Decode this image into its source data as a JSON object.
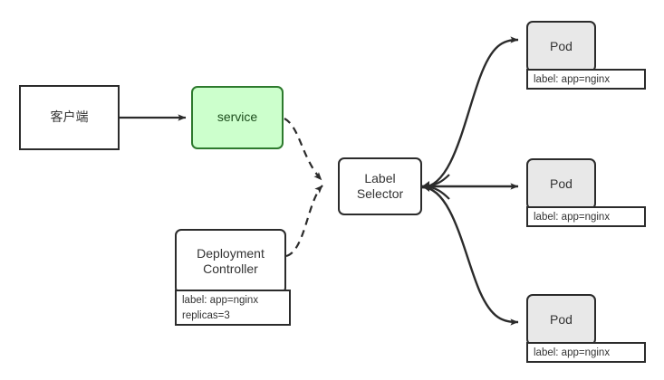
{
  "diagram": {
    "title": "Kubernetes service, deployment controller, label selector and pods",
    "background_color": "#ffffff",
    "stroke_color": "#2b2b2b",
    "text_color": "#333333",
    "accent_green_fill": "#ccffcc",
    "accent_green_stroke": "#2d7a2d",
    "pod_fill": "#e8e8e8",
    "nodes": {
      "client": {
        "label": "客户端"
      },
      "service": {
        "label": "service"
      },
      "label_selector": {
        "label": "Label\nSelector"
      },
      "deployment_controller": {
        "label": "Deployment\nController"
      },
      "deployment_chip": {
        "label": "label: app=nginx\nreplicas=3"
      },
      "pod_top": {
        "label": "Pod"
      },
      "pod_top_chip": {
        "label": "label: app=nginx"
      },
      "pod_middle": {
        "label": "Pod"
      },
      "pod_middle_chip": {
        "label": "label: app=nginx"
      },
      "pod_bottom": {
        "label": "Pod"
      },
      "pod_bottom_chip": {
        "label": "label: app=nginx"
      }
    },
    "edges": [
      {
        "name": "client-to-service",
        "from": "client",
        "to": "service",
        "style": "solid",
        "arrow": "end"
      },
      {
        "name": "service-to-label-selector",
        "from": "service",
        "to": "label_selector",
        "style": "dashed",
        "arrow": "end"
      },
      {
        "name": "deployment-controller-to-label-selector",
        "from": "deployment_controller",
        "to": "label_selector",
        "style": "dashed",
        "arrow": "end"
      },
      {
        "name": "label-selector-to-pod-top",
        "from": "label_selector",
        "to": "pod_top",
        "style": "solid",
        "arrow": "end"
      },
      {
        "name": "label-selector-to-pod-middle",
        "from": "label_selector",
        "to": "pod_middle",
        "style": "solid",
        "arrow": "end"
      },
      {
        "name": "label-selector-to-pod-bottom",
        "from": "label_selector",
        "to": "pod_bottom",
        "style": "solid",
        "arrow": "end"
      }
    ]
  }
}
